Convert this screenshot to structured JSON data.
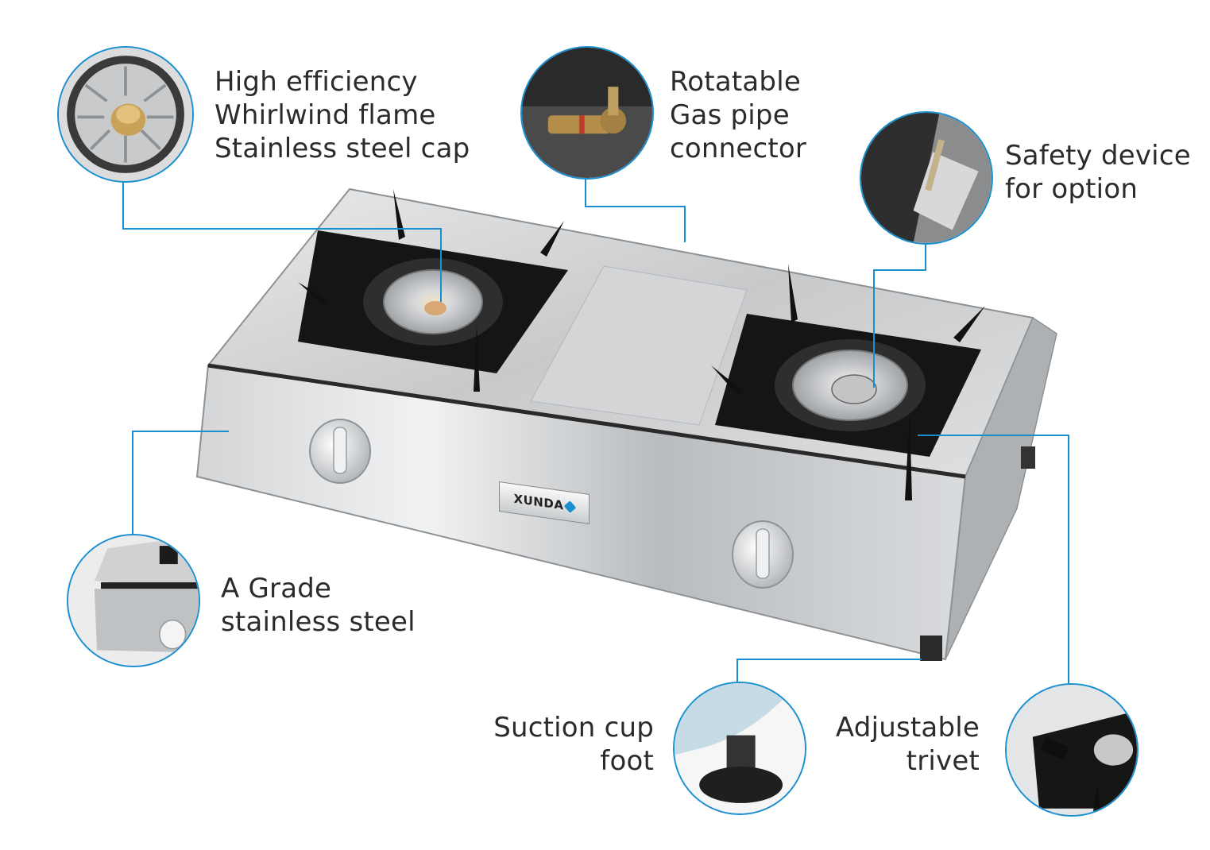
{
  "callouts": {
    "burner": {
      "lines": [
        "High efficiency",
        "Whirlwind flame",
        "Stainless steel cap"
      ]
    },
    "connector": {
      "lines": [
        "Rotatable",
        "Gas pipe",
        "connector"
      ]
    },
    "safety": {
      "lines": [
        "Safety device",
        "for option"
      ]
    },
    "steel": {
      "lines": [
        "A Grade",
        "stainless steel"
      ]
    },
    "foot": {
      "lines": [
        "Suction cup",
        "foot"
      ]
    },
    "trivet": {
      "lines": [
        "Adjustable",
        "trivet"
      ]
    }
  },
  "product": {
    "brand": "XUNDA"
  },
  "colors": {
    "accent": "#1a8fd0",
    "text": "#2b2b2b",
    "steel": "#c9cbcd"
  }
}
